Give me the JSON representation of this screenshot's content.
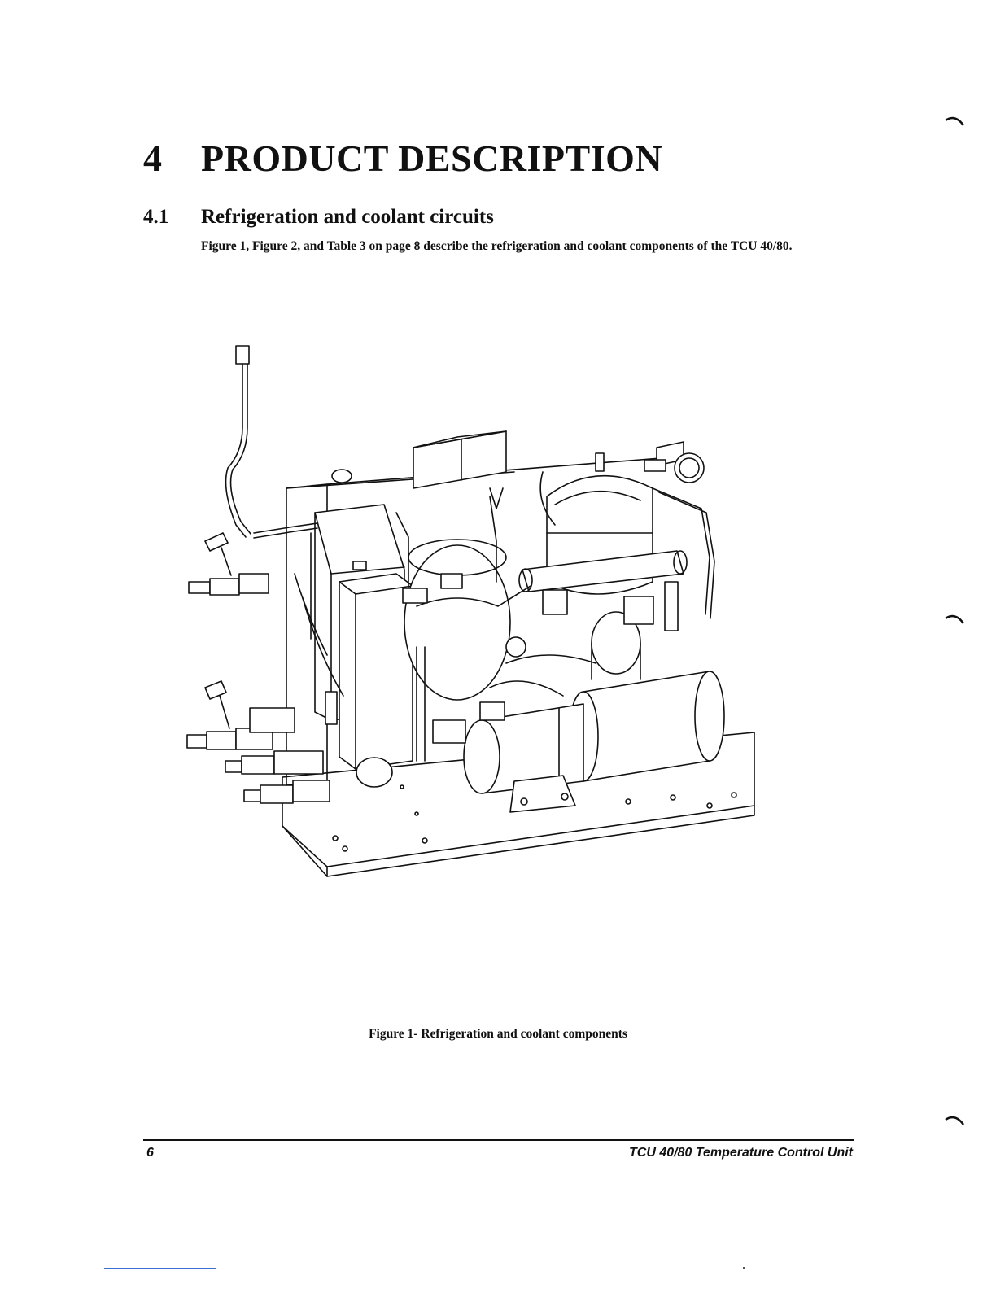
{
  "chapter": {
    "number": "4",
    "title": "PRODUCT DESCRIPTION"
  },
  "section": {
    "number": "4.1",
    "title": "Refrigeration and coolant circuits"
  },
  "intro_text": "Figure 1, Figure 2, and Table 3 on page 8 describe the refrigeration and coolant components of the TCU 40/80.",
  "figure": {
    "caption": "Figure 1- Refrigeration and coolant components"
  },
  "footer": {
    "page_number": "6",
    "document_title": "TCU 40/80 Temperature Control Unit"
  }
}
